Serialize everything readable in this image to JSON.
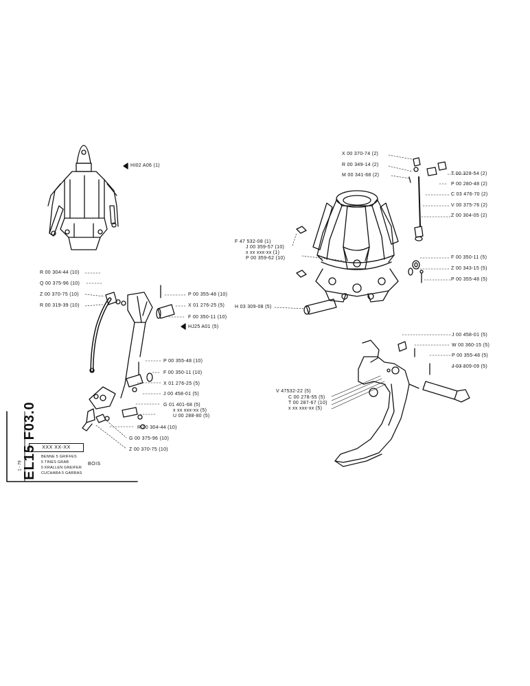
{
  "sheet": {
    "code": "EL15 F03.0",
    "date": "1 - 79",
    "part_ref": "XXX XX-XX",
    "titles": [
      "BENNE 5 GRIFFES",
      "5 TINES GRAB",
      "5 KRALLEN GREIFER",
      "CUCHARA 5 GARRAS"
    ],
    "material": "BOIS"
  },
  "callouts": {
    "top_left": [
      "HI02 A06 (1)"
    ],
    "top_right": [
      "X 00 370-74 (2)",
      "R 00 349-14 (2)",
      "M 00 341-68 (2)",
      "T 00 328-54 (2)",
      "P 00 280-48 (2)",
      "C 03 476-70 (2)",
      "V 00 375-76 (2)",
      "Z 00 304-05 (2)",
      "F 47 532-08 (1)",
      "J 00 359-57 (10)",
      "x xx xxx-xx (1)",
      "P 00 359-62 (10)",
      "F 00 350-11 (5)",
      "Z 00 343-15 (5)",
      "P 00 355-48 (5)",
      "H 03 309-08 (5)"
    ],
    "hydraulic": [
      "R 00 304-44 (10)",
      "Q 00 375-96 (10)",
      "Z 00 370-75 (10)",
      "R 00 319-39 (10)",
      "P 00 355-48 (10)",
      "X 01 276-25 (5)",
      "F 00 350-11 (10)",
      "HJ25 A01 (5)",
      "P 00 355-48 (10)",
      "F 00 350-11 (10)",
      "X 01 276-25 (5)",
      "J 00 458-01 (5)",
      "G 01 401-68 (5)",
      "x xx xxx-xx (5)",
      "U 00 288-80 (5)",
      "R 00 304-44 (10)",
      "G 00 375-96 (10)",
      "Z 00 370-75 (10)"
    ],
    "tine": [
      "J 00 458-01 (5)",
      "W 00 360-15 (5)",
      "P 00 355-48 (5)",
      "J 03 309-09 (5)",
      "V 47532-22 (5)",
      "C 00 278-55 (5)",
      "T 00 287-67 (10)",
      "x xx xxx-xx (5)"
    ]
  }
}
